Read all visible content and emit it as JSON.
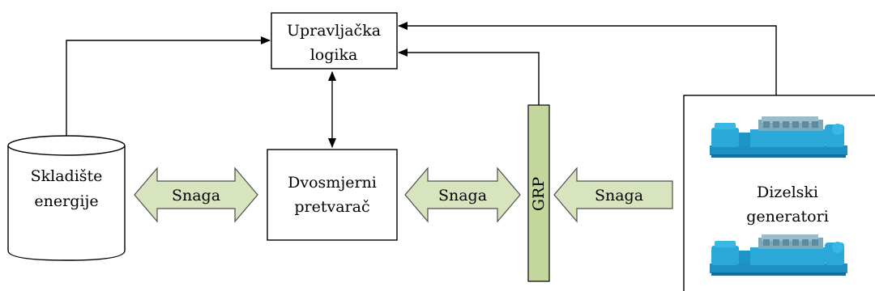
{
  "nodes": {
    "control_logic": {
      "line1": "Upravljačka",
      "line2": "logika"
    },
    "storage": {
      "line1": "Skladište",
      "line2": "energije"
    },
    "converter": {
      "line1": "Dvosmjerni",
      "line2": "pretvarač"
    },
    "grp": {
      "label": "GRP"
    },
    "diesel": {
      "line1": "Dizelski",
      "line2": "generatori"
    }
  },
  "flows": {
    "storage_converter": "Snaga",
    "converter_grp": "Snaga",
    "diesel_grp": "Snaga"
  },
  "icons": [
    "diesel-generator-icon",
    "diesel-generator-icon"
  ],
  "colors": {
    "power_arrow_fill": "#d7e4bd",
    "grp_bar_fill": "#c3d69b",
    "generator_blue": "#2aa9d8"
  }
}
